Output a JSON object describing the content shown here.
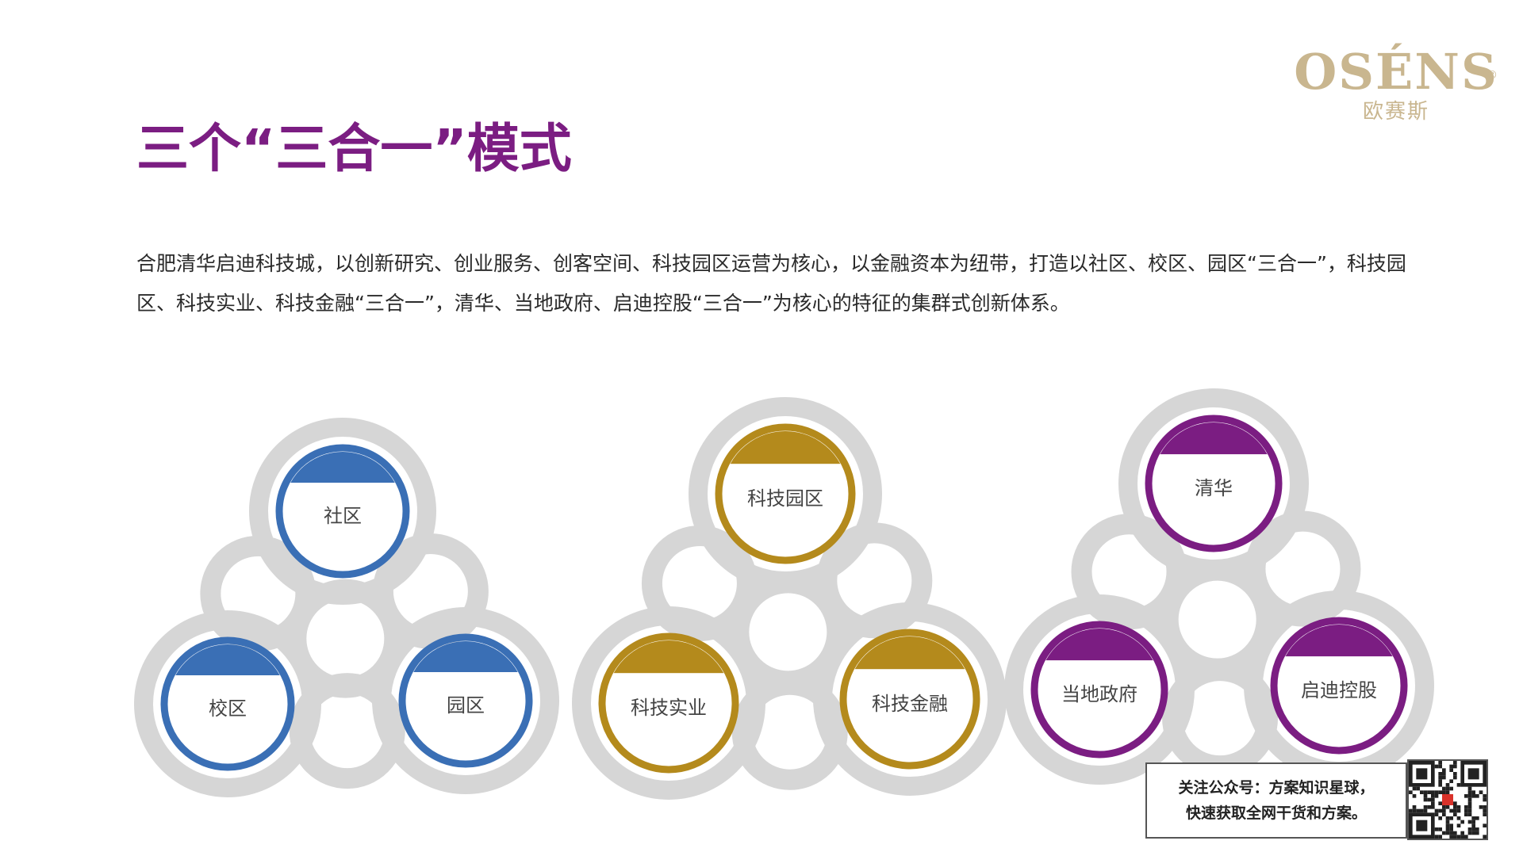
{
  "brand": {
    "logo_text": "OSÉNS",
    "logo_reg": "®",
    "logo_cn": "欧赛斯",
    "color": "#c9b68f"
  },
  "slide": {
    "title": "三个“三合一”模式",
    "paragraph": "合肥清华启迪科技城，以创新研究、创业服务、创客空间、科技园区运营为核心，以金融资本为纽带，打造以社区、校区、园区“三合一”，科技园区、科技实业、科技金融“三合一”，清华、当地政府、启迪控股“三合一”为核心的特征的集群式创新体系。",
    "title_color": "#7b1d82"
  },
  "diagrams": [
    {
      "color": "#3a6fb5",
      "nodes": [
        "社区",
        "校区",
        "园区"
      ]
    },
    {
      "color": "#b48a1c",
      "nodes": [
        "科技园区",
        "科技实业",
        "科技金融"
      ]
    },
    {
      "color": "#7b1d82",
      "nodes": [
        "清华",
        "当地政府",
        "启迪控股"
      ]
    }
  ],
  "footer": {
    "line1": "关注公众号：方案知识星球，",
    "line2": "快速获取全网干货和方案。",
    "qr_icon": "qr-code-icon"
  }
}
